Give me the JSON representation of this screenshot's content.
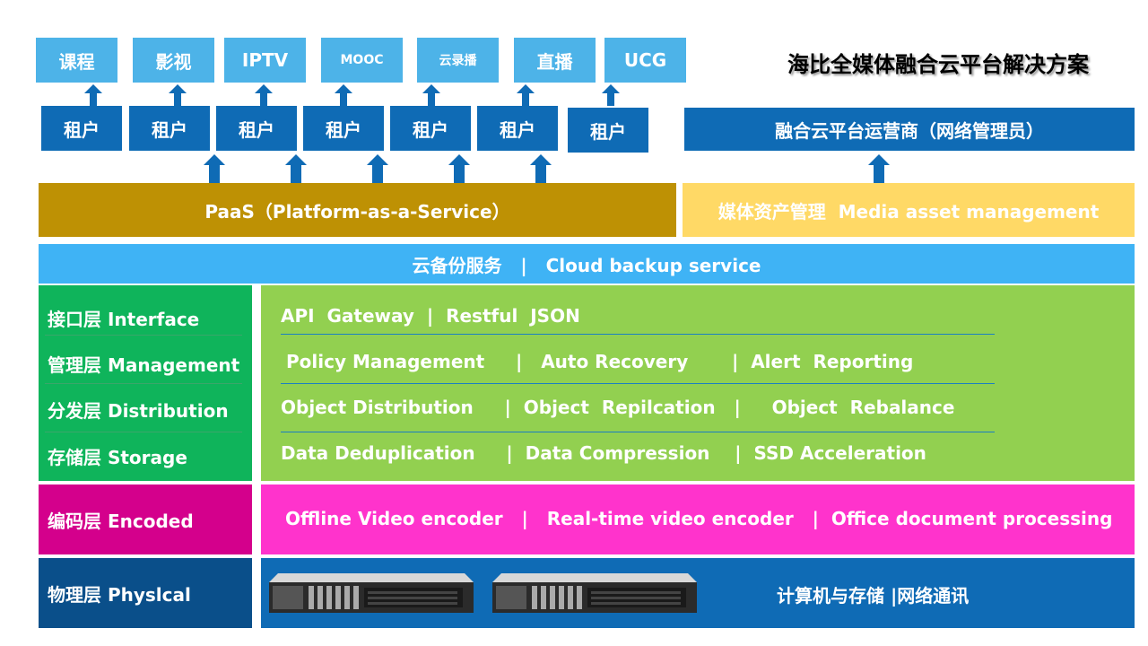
{
  "title": "海比全媒体融合云平台解决方案",
  "apps": [
    "课程",
    "影视",
    "IPTV",
    "MOOC",
    "云录播",
    "直播",
    "UCG"
  ],
  "tenant_label": "租户",
  "operator": "融合云平台运营商（网络管理员）",
  "paas": "PaaS（Platform-as-a-Service）",
  "media_asset": "媒体资产管理  Media asset management",
  "cloud_backup": "云备份服务   |   Cloud backup service",
  "layers": {
    "interface": "接口层 Interface",
    "management": "管理层 Management",
    "distribution": "分发层 Distribution",
    "storage": "存储层 Storage",
    "encoded": "编码层 Encoded",
    "physical": "物理层 Physlcal"
  },
  "rows": {
    "interface": "API  Gateway  |  Restful  JSON",
    "management": "Policy Management     |   Auto Recovery       |  Alert  Reporting",
    "distribution": "Object Distribution     |  Object  Repilcation   |     Object  Rebalance",
    "storage": "Data Deduplication     |  Data Compression    |  SSD Acceleration",
    "encoded": "Offline Video encoder   |   Real-time video encoder   |  Office document processing",
    "physical": "计算机与存储 |网络通讯"
  },
  "colors": {
    "app": "#4db3e8",
    "tenant": "#0f6bb5",
    "paas": "#be9104",
    "media": "#ffd966",
    "backup": "#3fb3f5",
    "green_dark": "#0fb45b",
    "green_light": "#92d050",
    "magenta_dark": "#d4008c",
    "magenta_light": "#ff33cc",
    "navy": "#0a4f8a",
    "blue": "#0f6bb5"
  }
}
